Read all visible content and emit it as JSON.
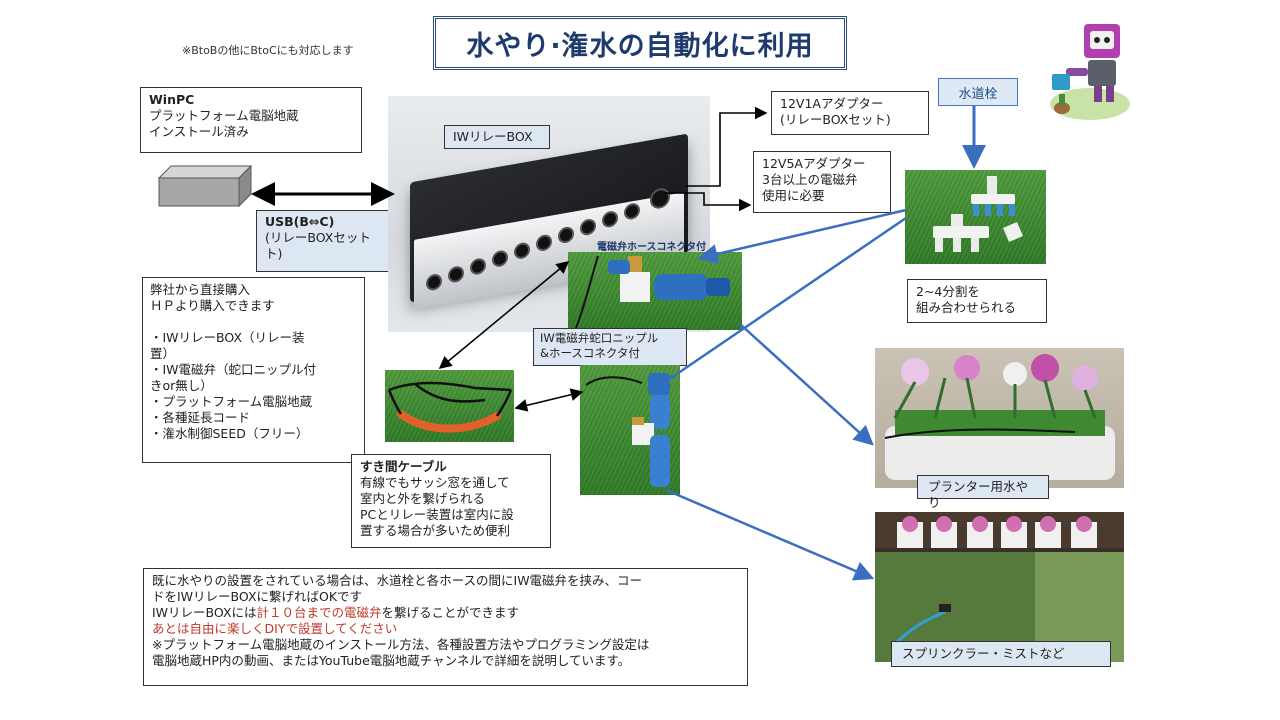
{
  "title": "水やり·潅水の自動化に利用",
  "note_top": "※BtoBの他にBtoCにも対応します",
  "winpc": {
    "heading": "WinPC",
    "lines": [
      "プラットフォーム電脳地蔵",
      "インストール済み"
    ]
  },
  "usb": {
    "heading": "USB(B⇔C)",
    "lines": [
      "(リレーBOXセット",
      "ト)"
    ]
  },
  "relay_label": "IWリレーBOX",
  "adapter_1a": {
    "lines": [
      "12V1Aアダプター",
      "(リレーBOXセット)"
    ]
  },
  "adapter_5a": {
    "lines": [
      "12V5Aアダプター",
      "3台以上の電磁弁",
      "使用に必要"
    ]
  },
  "water_tap": "水道栓",
  "splitter_note": {
    "lines": [
      "2~4分割を",
      "組み合わせられる"
    ]
  },
  "valve_connector_caption": "電磁弁ホースコネクタ付",
  "valve_label": {
    "lines": [
      "IW電磁弁蛇口ニップル",
      "&ホースコネクタ付"
    ]
  },
  "purchase": {
    "lines": [
      "弊社から直接購入",
      "ＨＰより購入できます",
      "",
      "・IWリレーBOX（リレー装",
      "置）",
      "・IW電磁弁（蛇口ニップル付",
      "きor無し）",
      "・プラットフォーム電脳地蔵",
      "・各種延長コード",
      "・潅水制御SEED（フリー）"
    ]
  },
  "gap_cable": {
    "heading": "すき間ケーブル",
    "lines": [
      "有線でもサッシ窓を通して",
      "室内と外を繋げられる",
      "PCとリレー装置は室内に設",
      "置する場合が多いため便利"
    ]
  },
  "planter_label": "プランター用水やり",
  "sprinkler_label": "スプリンクラー・ミストなど",
  "bottom": {
    "line1": "既に水やりの設置をされている場合は、水道栓と各ホースの間にIW電磁弁を挟み、コー",
    "line2": "ドをIWリレーBOXに繋げればOKです",
    "line3_a": "IWリレーBOXには",
    "line3_b": "計１０台までの電磁弁",
    "line3_c": "を繋げることができます",
    "line4": "あとは自由に楽しくDIYで設置してください",
    "line5": "※プラットフォーム電脳地蔵のインストール方法、各種設置方法やプログラミング設定は",
    "line6": "電脳地蔵HP内の動画、またはYouTube電脳地蔵チャンネルで詳細を説明しています。"
  },
  "colors": {
    "title_text": "#1f3a6d",
    "blue_arrow": "#3a6fc0",
    "red_text": "#c0392b",
    "grass": "#3f8a31"
  }
}
